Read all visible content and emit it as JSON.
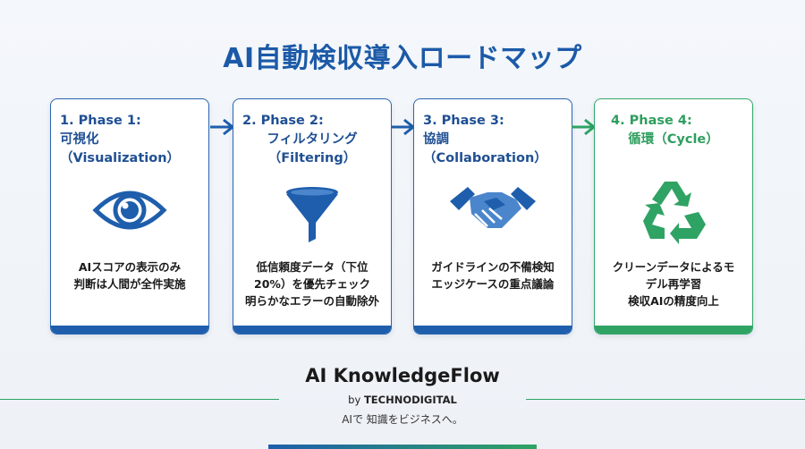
{
  "title": "AI自動検収導入ロードマップ",
  "phases": [
    {
      "head_line1": "1. Phase 1:",
      "head_line2": "可視化（Visualization）",
      "head_line3": "",
      "icon": "eye-icon",
      "desc": [
        "AIスコアの表示のみ",
        "判断は人間が全件実施"
      ]
    },
    {
      "head_line1": "2. Phase 2:",
      "head_line2": "フィルタリング",
      "head_line3": "（Filtering）",
      "icon": "funnel-icon",
      "desc": [
        "低信頼度データ（下位",
        "20%）を優先チェック",
        "明らかなエラーの自動除外"
      ]
    },
    {
      "head_line1": "3. Phase 3:",
      "head_line2": "協調（Collaboration）",
      "head_line3": "",
      "icon": "handshake-icon",
      "desc": [
        "ガイドラインの不備検知",
        "エッジケースの重点議論"
      ]
    },
    {
      "head_line1": "4. Phase 4:",
      "head_line2": "循環（Cycle）",
      "head_line3": "",
      "icon": "recycle-icon",
      "desc": [
        "クリーンデータによるモ",
        "デル再学習",
        "検収AIの精度向上"
      ]
    }
  ],
  "footer": {
    "brand": "AI KnowledgeFlow",
    "by_prefix": "by",
    "by_name": "TECHNODIGITAL",
    "tagline": "AIで 知識をビジネスへ。"
  },
  "colors": {
    "blue": "#1e5eac",
    "green": "#2fa363",
    "title": "#1c5aa8"
  }
}
